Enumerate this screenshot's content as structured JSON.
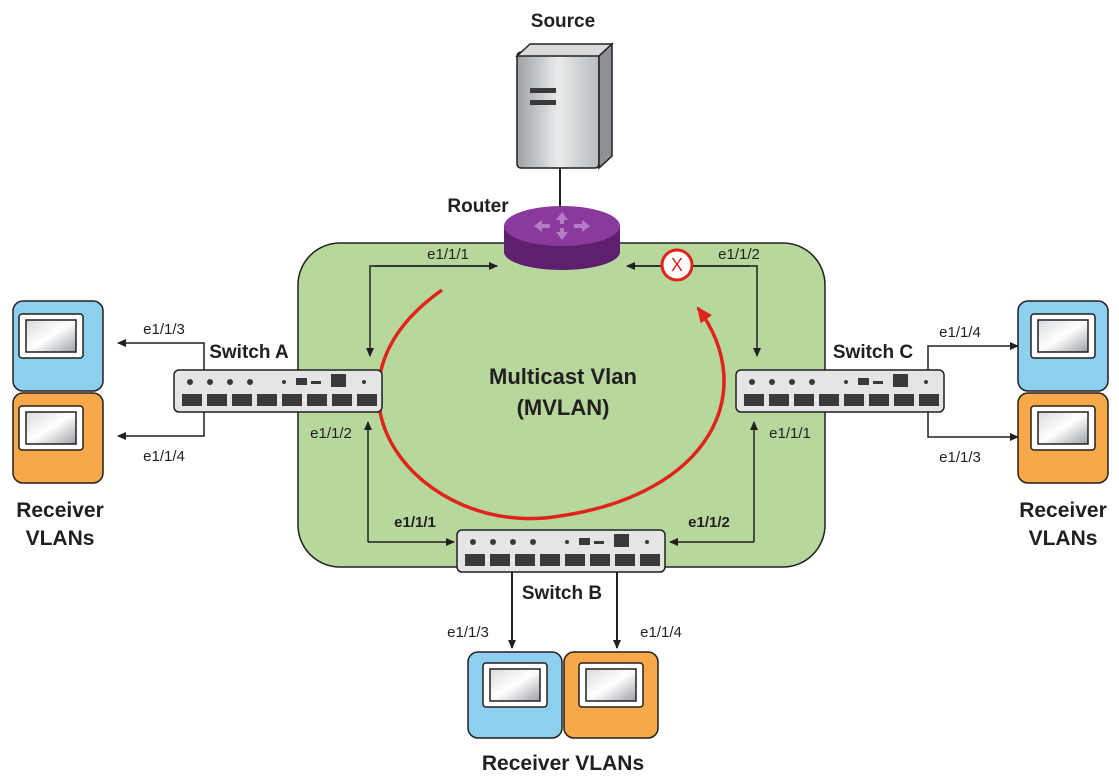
{
  "source_label": "Source",
  "router_label": "Router",
  "ring": {
    "title_line1": "Multicast Vlan",
    "title_line2": "(MVLAN)",
    "blocked_marker": "X"
  },
  "router_ports": {
    "left": "e1/1/1",
    "right": "e1/1/2"
  },
  "switch_a": {
    "label": "Switch A",
    "ring_port": "e1/1/2",
    "receiver_ports": [
      "e1/1/3",
      "e1/1/4"
    ]
  },
  "switch_b": {
    "label": "Switch B",
    "ring_ports": [
      "e1/1/1",
      "e1/1/2"
    ],
    "receiver_ports": [
      "e1/1/3",
      "e1/1/4"
    ]
  },
  "switch_c": {
    "label": "Switch C",
    "ring_port": "e1/1/1",
    "receiver_ports": [
      "e1/1/4",
      "e1/1/3"
    ]
  },
  "receivers": {
    "left_line1": "Receiver",
    "left_line2": "VLANs",
    "right_line1": "Receiver",
    "right_line2": "VLANs",
    "bottom": "Receiver VLANs"
  },
  "colors": {
    "ring_fill": "#b6d89c",
    "ring_stroke": "#231f20",
    "router": "#7a2a8c",
    "flow_arrow": "#e2231a",
    "receiver_blue": "#8ccfee",
    "receiver_orange": "#f7a94a",
    "switch": "#e4e5e6"
  }
}
